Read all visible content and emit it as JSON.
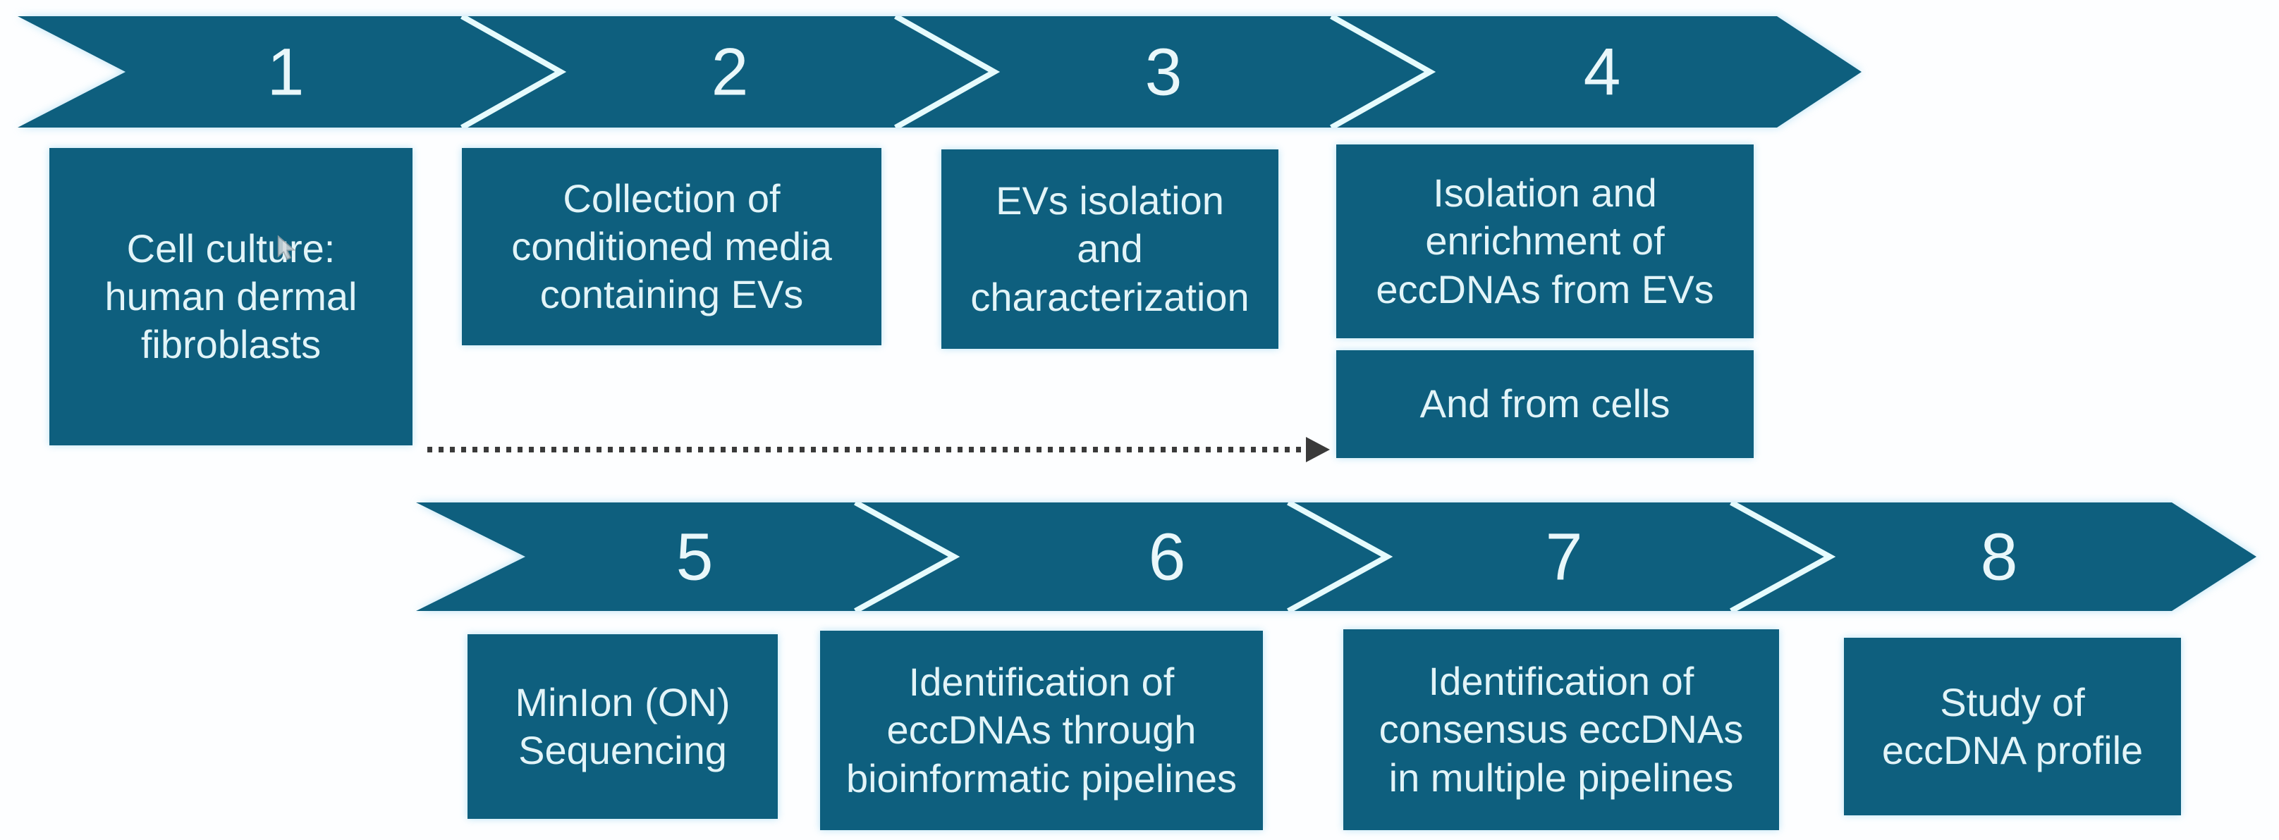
{
  "diagram": {
    "description": "Workflow of eccDNA study in extracellular vesicles from human dermal fibroblasts",
    "colors": {
      "chevron_teal": "#0e5f7e",
      "box_teal": "#0e5f7e",
      "separator_line": "#e6fbfd",
      "text_light": "#e2f4f8",
      "dotted_arrow": "#3a3a3a",
      "background": "#fdfeff"
    },
    "top_row": {
      "steps": [
        {
          "number": "1",
          "box": "Cell culture:\nhuman dermal\nfibroblasts"
        },
        {
          "number": "2",
          "box": "Collection of\nconditioned media\ncontaining EVs"
        },
        {
          "number": "3",
          "box": "EVs isolation\nand\ncharacterization"
        },
        {
          "number": "4",
          "box": "Isolation and\nenrichment of\neccDNAs from EVs",
          "box2": "And from cells"
        }
      ]
    },
    "bottom_row": {
      "steps": [
        {
          "number": "5",
          "box": "MinIon (ON)\nSequencing"
        },
        {
          "number": "6",
          "box": "Identification of\neccDNAs through\nbioinformatic pipelines"
        },
        {
          "number": "7",
          "box": "Identification of\nconsensus eccDNAs\nin multiple pipelines"
        },
        {
          "number": "8",
          "box": "Study  of\neccDNA profile"
        }
      ]
    },
    "connector": {
      "type": "dotted-arrow",
      "from": "Cell culture box",
      "to": "And from cells box"
    }
  }
}
